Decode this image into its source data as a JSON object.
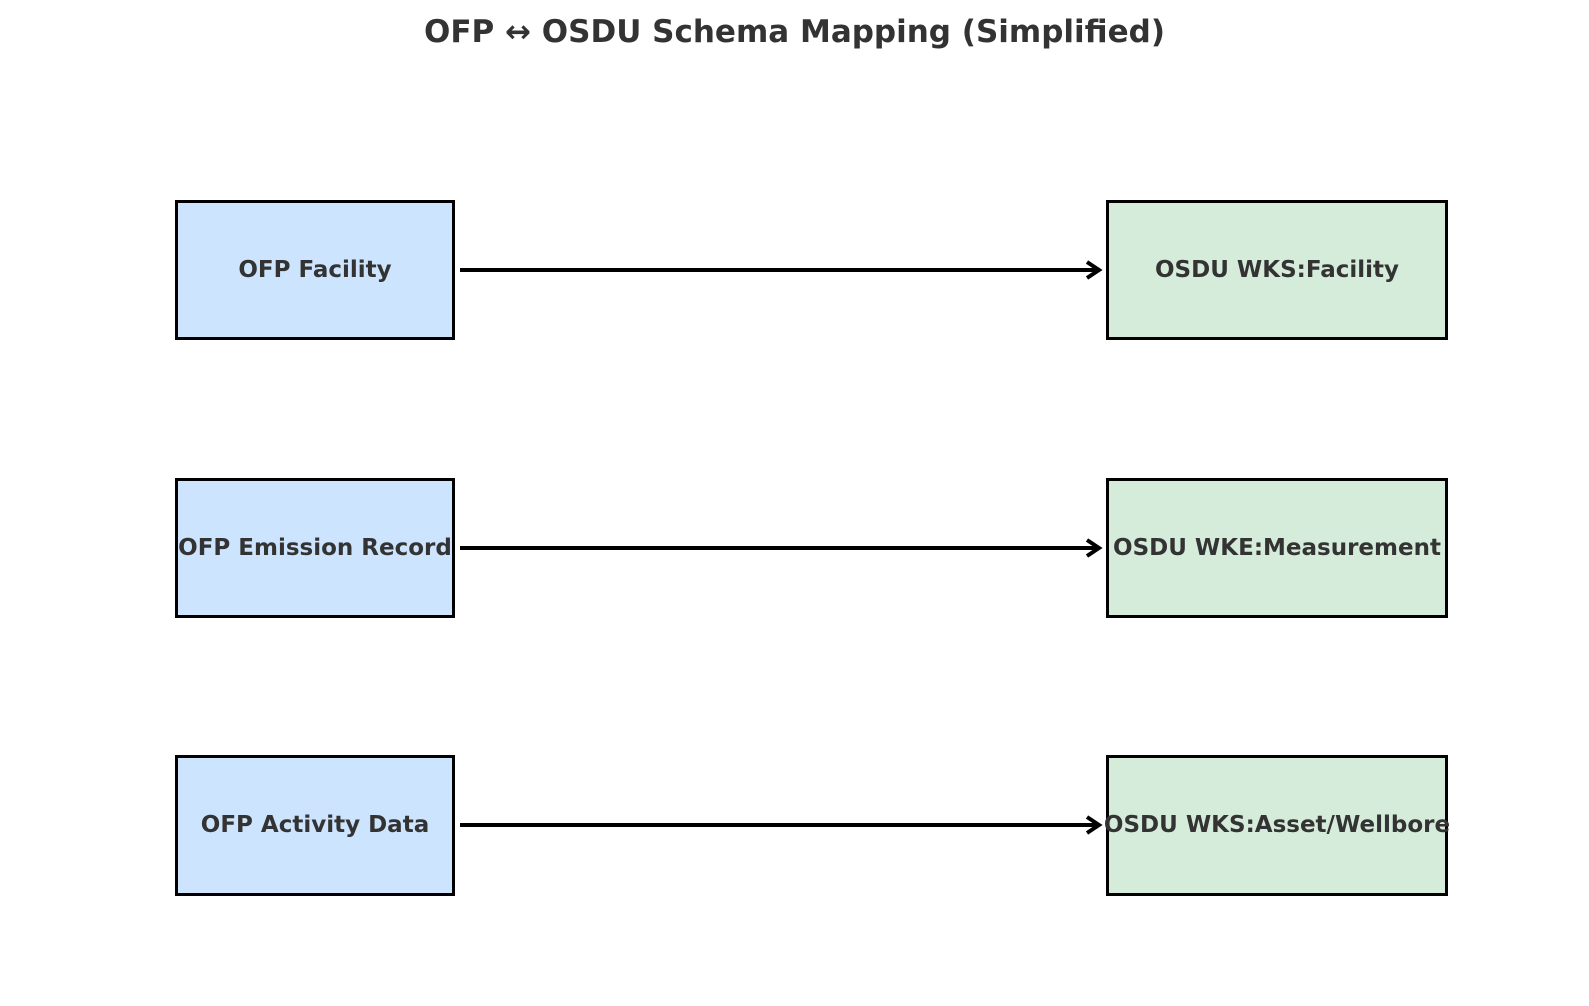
{
  "title": "OFP ↔ OSDU Schema Mapping (Simplified)",
  "colors": {
    "ofp_fill": "#cce4fd",
    "osdu_fill": "#d5ecdb",
    "border": "#000000",
    "text": "#333333"
  },
  "mappings": [
    {
      "source": "OFP Facility",
      "target": "OSDU WKS:Facility"
    },
    {
      "source": "OFP Emission Record",
      "target": "OSDU WKE:Measurement"
    },
    {
      "source": "OFP Activity Data",
      "target": "OSDU WKS:Asset/Wellbore"
    }
  ]
}
